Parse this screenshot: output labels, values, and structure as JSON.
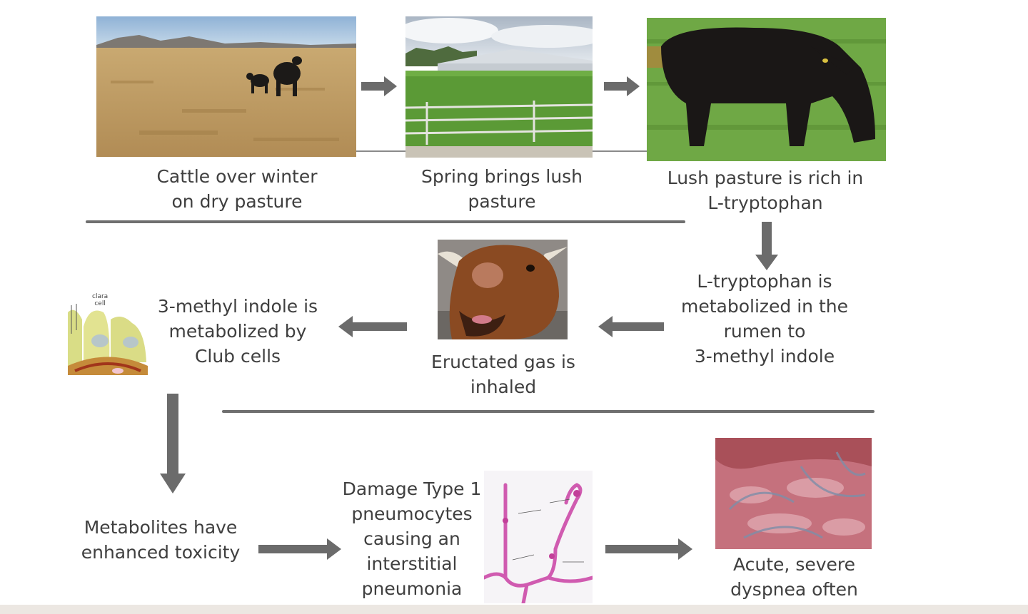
{
  "steps": {
    "dry_pasture": "Cattle over winter\non dry pasture",
    "spring": "Spring brings lush\npasture",
    "lush": "Lush pasture is rich in\nL-tryptophan",
    "rumen": "L-tryptophan is\nmetabolized in the\nrumen to\n3-methyl indole",
    "eructated": "Eructated gas is\ninhaled",
    "club_cells": "3-methyl indole is\nmetabolized by\nClub cells",
    "metabolites": "Metabolites have\nenhanced toxicity",
    "damage": "Damage Type 1\npneumocytes\ncausing an\ninterstitial\npneumonia",
    "acute": "Acute, severe\ndyspnea often"
  },
  "micrograph_label": "clara\ncell",
  "colors": {
    "arrow": "#6b6b6b",
    "rule": "#6f6f6f",
    "text": "#3f3f3f"
  }
}
